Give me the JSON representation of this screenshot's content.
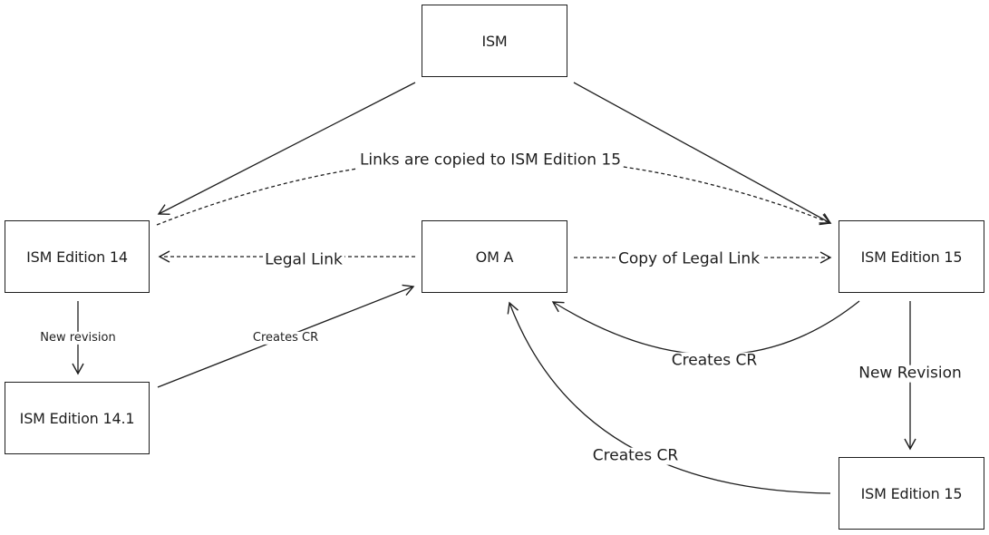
{
  "nodes": {
    "ism": "ISM",
    "ism14": "ISM Edition 14",
    "oma": "OM A",
    "ism15": "ISM Edition 15",
    "ism141": "ISM Edition 14.1",
    "ism15b": "ISM Edition 15"
  },
  "edges": {
    "links_copied": "Links are copied to ISM Edition 15",
    "legal_link": "Legal Link",
    "copy_legal_link": "Copy of Legal Link",
    "new_revision_14": "New revision",
    "creates_cr_141": "Creates CR",
    "creates_cr_15": "Creates CR",
    "new_revision_15": "New Revision",
    "creates_cr_15b": "Creates CR"
  },
  "colors": {
    "stroke": "#1e1e1e",
    "background": "#ffffff"
  }
}
